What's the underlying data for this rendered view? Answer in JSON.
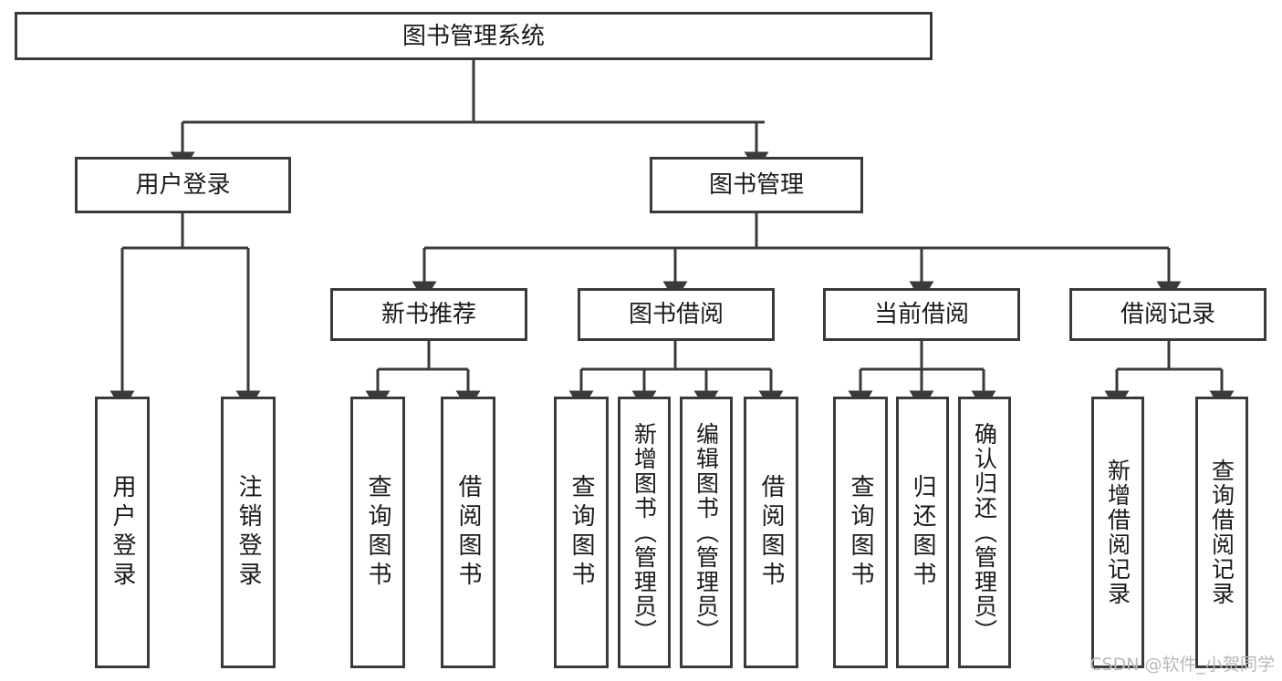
{
  "diagram": {
    "type": "tree-hierarchy",
    "title": "图书管理系统",
    "orientation": "top-down",
    "colors": {
      "stroke": "#3a3a3a",
      "fill": "#ffffff",
      "text": "#1a1a1a",
      "watermark": "#b9b9b9"
    },
    "root": {
      "label": "图书管理系统"
    },
    "level2": [
      {
        "key": "user_login",
        "label": "用户登录"
      },
      {
        "key": "book_manage",
        "label": "图书管理"
      }
    ],
    "level3": [
      {
        "key": "new_book_rec",
        "label": "新书推荐",
        "parent": "book_manage"
      },
      {
        "key": "book_borrow",
        "label": "图书借阅",
        "parent": "book_manage"
      },
      {
        "key": "current_borrow",
        "label": "当前借阅",
        "parent": "book_manage"
      },
      {
        "key": "borrow_record",
        "label": "借阅记录",
        "parent": "book_manage"
      }
    ],
    "leaves": [
      {
        "key": "leaf_user_login",
        "label": "用户登录",
        "parent": "user_login"
      },
      {
        "key": "leaf_user_logout",
        "label": "注销登录",
        "parent": "user_login"
      },
      {
        "key": "leaf_query_book_rec",
        "label": "查询图书",
        "parent": "new_book_rec"
      },
      {
        "key": "leaf_borrow_book_rec",
        "label": "借阅图书",
        "parent": "new_book_rec"
      },
      {
        "key": "leaf_query_book_borrow",
        "label": "查询图书",
        "parent": "book_borrow"
      },
      {
        "key": "leaf_add_book",
        "label": "新增图书（管理员）",
        "parent": "book_borrow"
      },
      {
        "key": "leaf_edit_book",
        "label": "编辑图书（管理员）",
        "parent": "book_borrow"
      },
      {
        "key": "leaf_borrow_book",
        "label": "借阅图书",
        "parent": "book_borrow"
      },
      {
        "key": "leaf_query_book_cur",
        "label": "查询图书",
        "parent": "current_borrow"
      },
      {
        "key": "leaf_return_book",
        "label": "归还图书",
        "parent": "current_borrow"
      },
      {
        "key": "leaf_confirm_return",
        "label": "确认归还（管理员）",
        "parent": "current_borrow"
      },
      {
        "key": "leaf_add_record",
        "label": "新增借阅记录",
        "parent": "borrow_record"
      },
      {
        "key": "leaf_query_record",
        "label": "查询借阅记录",
        "parent": "borrow_record"
      }
    ],
    "watermark": "CSDN @软件_小贺同学"
  }
}
